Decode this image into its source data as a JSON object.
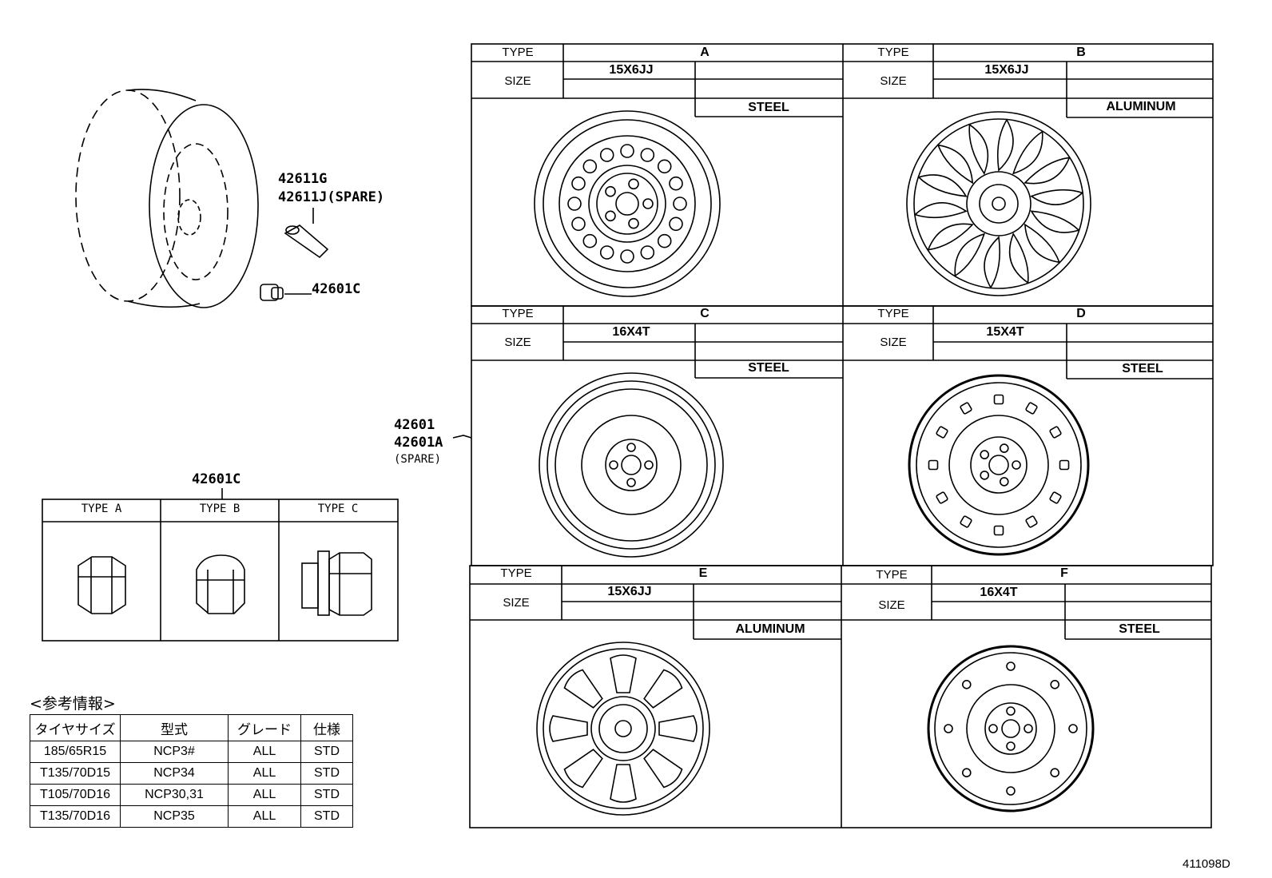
{
  "callouts": {
    "valve": "42611G",
    "valve_spare": "42611J(SPARE)",
    "nut": "42601C",
    "nut_table_title": "42601C",
    "wheel_1": "42601",
    "wheel_2": "42601A",
    "wheel_spare": "(SPARE)"
  },
  "nut_types": [
    {
      "label": "TYPE A"
    },
    {
      "label": "TYPE B"
    },
    {
      "label": "TYPE C"
    }
  ],
  "wheel_table": {
    "type_header": "TYPE",
    "size_header": "SIZE",
    "wheels": [
      {
        "type": "A",
        "size": "15X6JJ",
        "material": "STEEL"
      },
      {
        "type": "B",
        "size": "15X6JJ",
        "material": "ALUMINUM"
      },
      {
        "type": "C",
        "size": "16X4T",
        "material": "STEEL"
      },
      {
        "type": "D",
        "size": "15X4T",
        "material": "STEEL"
      },
      {
        "type": "E",
        "size": "15X6JJ",
        "material": "ALUMINUM"
      },
      {
        "type": "F",
        "size": "16X4T",
        "material": "STEEL"
      }
    ]
  },
  "reference": {
    "title": "<参考情報>",
    "headers": [
      "タイヤサイズ",
      "型式",
      "グレード",
      "仕様"
    ],
    "rows": [
      [
        "185/65R15",
        "NCP3#",
        "ALL",
        "STD"
      ],
      [
        "T135/70D15",
        "NCP34",
        "ALL",
        "STD"
      ],
      [
        "T105/70D16",
        "NCP30,31",
        "ALL",
        "STD"
      ],
      [
        "T135/70D16",
        "NCP35",
        "ALL",
        "STD"
      ]
    ]
  },
  "diagram_code": "411098D"
}
